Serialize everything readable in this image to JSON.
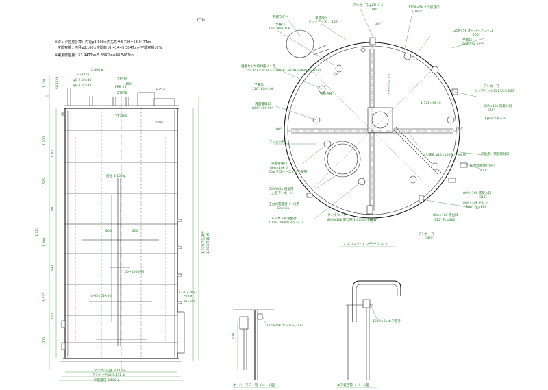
{
  "header": {
    "title": "どの"
  },
  "notes": [
    "※タンク容量計算：内径φ3,100×内先高サ8.720=53.947Ton",
    "空間容積：内径φ3,100×空間高サH414=5.384Ton→空間容積10%",
    "※実用貯容量：53.947Ton-5.384Ton=48.546Ton"
  ],
  "elevation": {
    "top_dims": [
      "2,400 φ",
      "450",
      "825 φ"
    ],
    "pipes": [
      "φ8-2.2t×40",
      "φ8-2.2t×40",
      "SGP32A",
      "SGP32A"
    ],
    "left_dims": [
      "1,150",
      "1,200",
      "1,525",
      "1,200",
      "1,180",
      "1,725",
      "1,400",
      "1,490",
      "1,525",
      "1,150",
      "1,200"
    ],
    "right_dims": [
      "1,395(内先高サ)",
      "1,000(外高サ)"
    ],
    "labels": {
      "top_plate": "ZT575",
      "nozzle_a": "FRB 25",
      "nozzle_b": "ZT575",
      "nozzle_c": "ZT2408",
      "nozzle_d": "650A",
      "inner_dia": "内径 3,100 φ",
      "float_spec": "50~1000PM",
      "beam_spec": "L-65×65×6-4",
      "angle_spec": "L-30×30×3 t",
      "bottom_dim1": "アングル内径 3,112 φ",
      "bottom_dim2": "アンカーPCD 3,352 φ",
      "bottom_dim3": "外底面径 3,500 φ",
      "gap_a": "800",
      "gap_b": "800",
      "side_cap": "500A",
      "pipe_r": "80-50A"
    }
  },
  "plan": {
    "title": "ノズルオリエンテーション",
    "callouts": [
      {
        "text": "外部ラダー",
        "sub": ""
      },
      {
        "text": "タンクアース",
        "sub": "150°"
      },
      {
        "text": "アンカー孔 φ25H1-4",
        "sub": "180°"
      },
      {
        "text": "125A×5k エア抜き口",
        "sub": "180°"
      },
      {
        "text": "予備口",
        "sub": "135°  80A-10k"
      },
      {
        "text": "125A×5k オーバーフロー口",
        "sub": "200°"
      },
      {
        "text": "予備口",
        "sub": "80A-10k  225°"
      },
      {
        "text": "温度センサ取付座 4ヶ所",
        "sub": "125°  80A×5k  FL=1,380H/2,820H/3,966H/5,100H"
      },
      {
        "text": "予備口",
        "sub": "110°  80A-10k"
      },
      {
        "text": "液面警報口",
        "sub": "80A×10k  90°"
      },
      {
        "text": "アンカー孔",
        "sub": "サンプリング口 25A-5  250°"
      },
      {
        "text": "80A×10k 液受入口",
        "sub": "265°"
      },
      {
        "text": "下部マンホール",
        "sub": ""
      },
      {
        "text": "アンカー孔",
        "sub": ""
      },
      {
        "text": "天板用：頂部取付口",
        "sub": "500φ"
      },
      {
        "text": "液面警報口",
        "sub": "80A×10k 0°"
      },
      {
        "text": "40φ フロートスイッチ使用",
        "sub": ""
      },
      {
        "text": "天板点検",
        "sub": ""
      },
      {
        "text": "600A×5k 側板用",
        "sub": "上部マンホール"
      },
      {
        "text": "圧力式液面計(ドイ)用",
        "sub": "50A×5k"
      },
      {
        "text": "レーザー式液面計口",
        "sub": "100A(10k)(ガスタップ)"
      },
      {
        "text": "タンクヒーター",
        "sub": "80A×10k 開口部 1,000H×600W"
      },
      {
        "text": "80A×10k 液出口",
        "sub": "315°  FL=400"
      },
      {
        "text": "80A×10k ドレン",
        "sub": "300°  FL=800"
      },
      {
        "text": "80A×10k 液受入口",
        "sub": "315°"
      },
      {
        "text": "アンカー孔",
        "sub": "340°"
      },
      {
        "text": "圧力式液面計(ドイ)",
        "sub": "300°"
      },
      {
        "text": "1-125×65×6",
        "sub": ""
      },
      {
        "text": "丸穴補強 φ10×100の穴-4ヶ所",
        "sub": ""
      },
      {
        "text": "吊環取付",
        "sub": ""
      }
    ],
    "angles": [
      "0°",
      "90°",
      "180°",
      "270°"
    ],
    "inner_label_v": "L-125×65×6"
  },
  "details": {
    "overflow": {
      "caption": "オーバーフロー管 イメージ図",
      "spec": "125A×5k オーバーフロー",
      "dim": "200"
    },
    "airvent": {
      "caption": "エア抜き管 イメージ図",
      "spec": "125A×5k エア抜き"
    }
  }
}
